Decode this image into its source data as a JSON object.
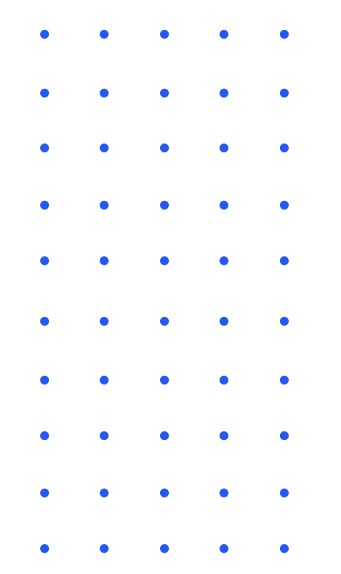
{
  "pattern": {
    "name": "dot-grid",
    "rows": 10,
    "columns": 5,
    "dot_color": "#2458f0",
    "background_color": "#ffffff"
  }
}
